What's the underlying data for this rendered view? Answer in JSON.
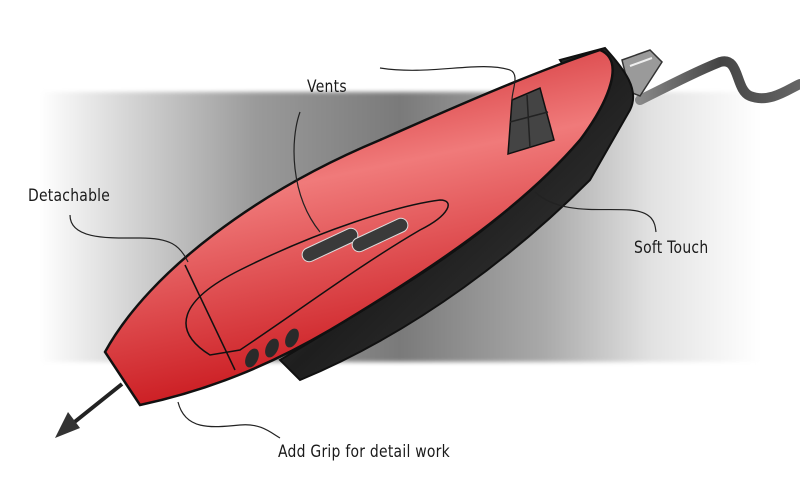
{
  "sketch": {
    "subject": "3D pen concept sketch",
    "colors": {
      "body": "#d71a1f",
      "highlight": "#f08080",
      "grip": "#2b2b2b",
      "outline": "#111111"
    }
  },
  "annotations": [
    {
      "id": "vents",
      "text": "Vents"
    },
    {
      "id": "detachable",
      "text": "Detachable"
    },
    {
      "id": "soft-touch",
      "text": "Soft Touch"
    },
    {
      "id": "add-grip",
      "text": "Add Grip for detail work"
    }
  ]
}
